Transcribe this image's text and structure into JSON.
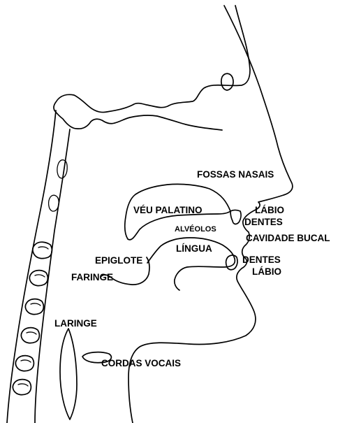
{
  "diagram": {
    "labels": {
      "fossas_nasais": "FOSSAS NASAIS",
      "veu_palatino": "VÉU PALATINO",
      "labio_top": "LÁBIO",
      "dentes_top": "DENTES",
      "alveolos": "ALVÉOLOS",
      "cavidade_bucal": "CAVIDADE BUCAL",
      "lingua": "LÍNGUA",
      "epiglote": "EPIGLOTE",
      "dentes_bottom": "DENTES",
      "faringe": "FARINGE",
      "labio_bottom": "LÁBIO",
      "laringe": "LARINGE",
      "cordas_vocais": "CORDAS VOCAIS"
    },
    "colors": {
      "ink": "#000000",
      "background": "#ffffff"
    }
  }
}
